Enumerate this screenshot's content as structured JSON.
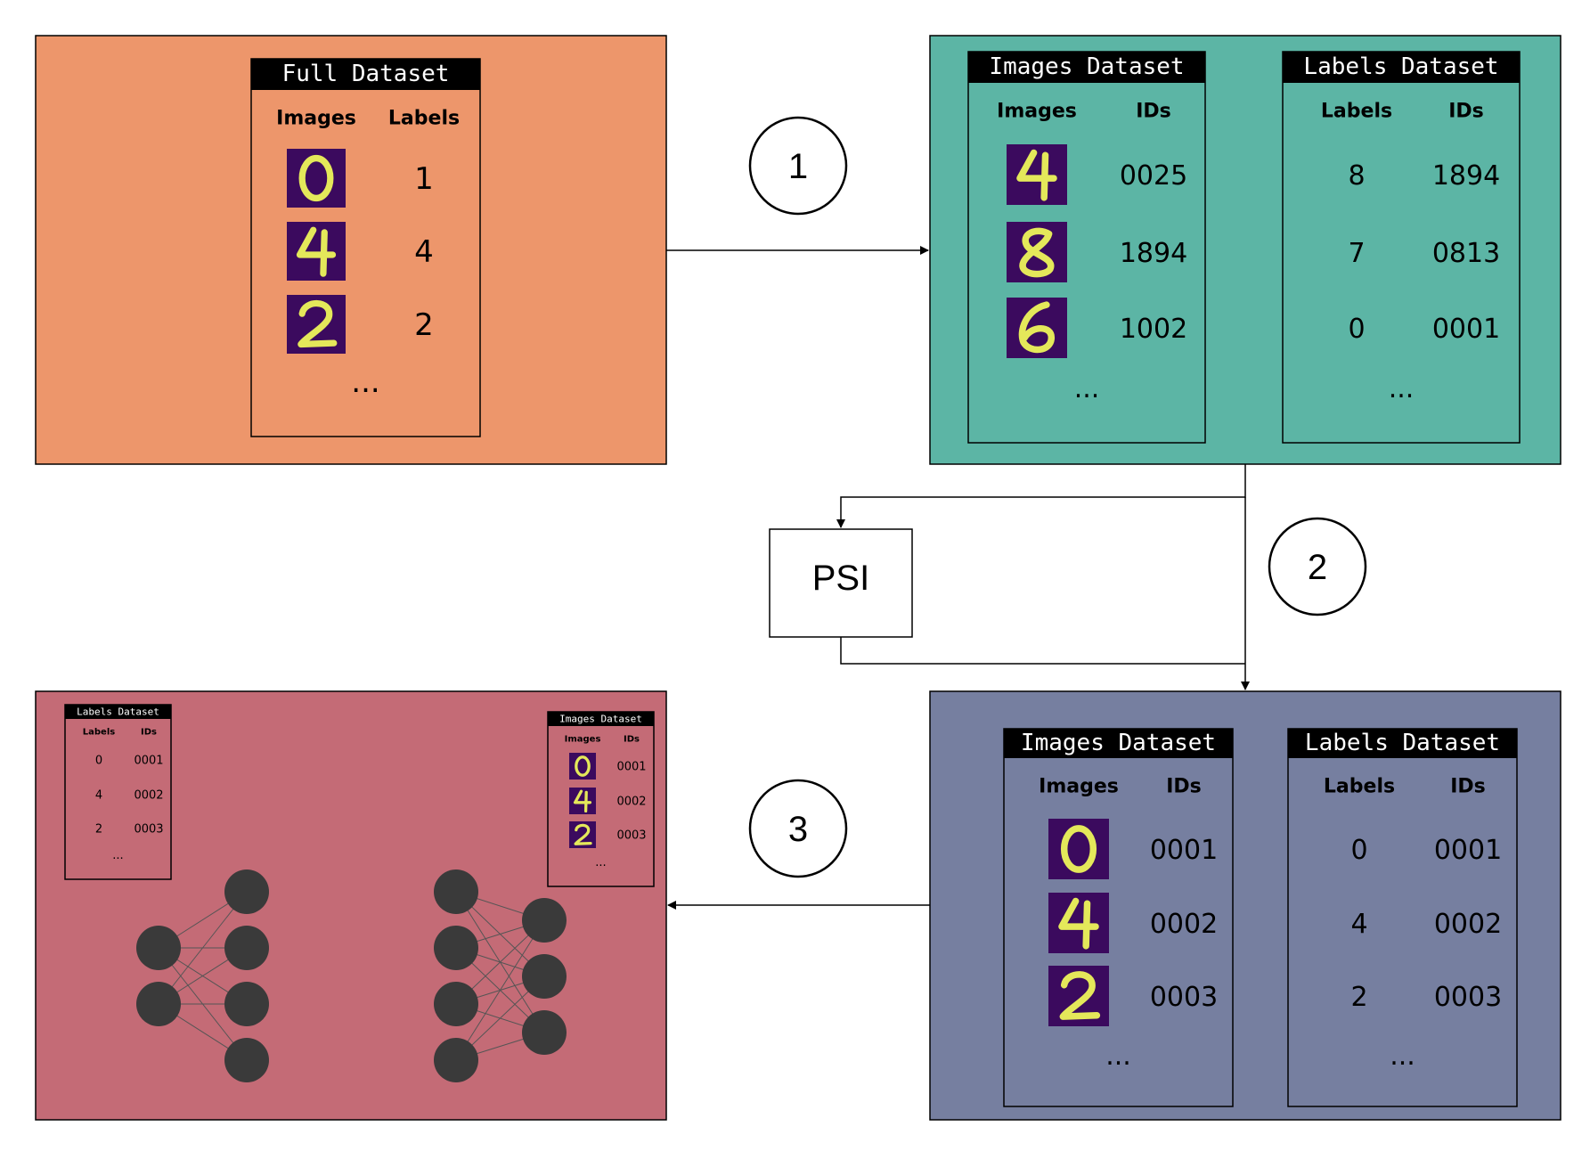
{
  "colors": {
    "panel_full": "#ed966b",
    "panel_split": "#5cb5a5",
    "panel_aligned": "#767fa0",
    "panel_training": "#c46b76",
    "digit_bg": "#3b0a5e",
    "digit_stroke": "#e4e85a",
    "neuron": "#3a3a3a"
  },
  "steps": [
    "1",
    "2",
    "3"
  ],
  "psi_label": "PSI",
  "full_dataset": {
    "title": "Full Dataset",
    "col1": "Images",
    "col2": "Labels",
    "rows": [
      {
        "digit": "0",
        "label": "1"
      },
      {
        "digit": "4",
        "label": "4"
      },
      {
        "digit": "2",
        "label": "2"
      }
    ],
    "ellipsis": "..."
  },
  "split_images": {
    "title": "Images Dataset",
    "col1": "Images",
    "col2": "IDs",
    "rows": [
      {
        "digit": "4",
        "id": "0025"
      },
      {
        "digit": "8",
        "id": "1894"
      },
      {
        "digit": "6",
        "id": "1002"
      }
    ],
    "ellipsis": "..."
  },
  "split_labels": {
    "title": "Labels Dataset",
    "col1": "Labels",
    "col2": "IDs",
    "rows": [
      {
        "label": "8",
        "id": "1894"
      },
      {
        "label": "7",
        "id": "0813"
      },
      {
        "label": "0",
        "id": "0001"
      }
    ],
    "ellipsis": "..."
  },
  "aligned_images": {
    "title": "Images Dataset",
    "col1": "Images",
    "col2": "IDs",
    "rows": [
      {
        "digit": "0",
        "id": "0001"
      },
      {
        "digit": "4",
        "id": "0002"
      },
      {
        "digit": "2",
        "id": "0003"
      }
    ],
    "ellipsis": "..."
  },
  "aligned_labels": {
    "title": "Labels Dataset",
    "col1": "Labels",
    "col2": "IDs",
    "rows": [
      {
        "label": "0",
        "id": "0001"
      },
      {
        "label": "4",
        "id": "0002"
      },
      {
        "label": "2",
        "id": "0003"
      }
    ],
    "ellipsis": "..."
  },
  "train_labels": {
    "title": "Labels Dataset",
    "col1": "Labels",
    "col2": "IDs",
    "rows": [
      {
        "label": "0",
        "id": "0001"
      },
      {
        "label": "4",
        "id": "0002"
      },
      {
        "label": "2",
        "id": "0003"
      }
    ],
    "ellipsis": "..."
  },
  "train_images": {
    "title": "Images Dataset",
    "col1": "Images",
    "col2": "IDs",
    "rows": [
      {
        "digit": "0",
        "id": "0001"
      },
      {
        "digit": "4",
        "id": "0002"
      },
      {
        "digit": "2",
        "id": "0003"
      }
    ],
    "ellipsis": "..."
  }
}
